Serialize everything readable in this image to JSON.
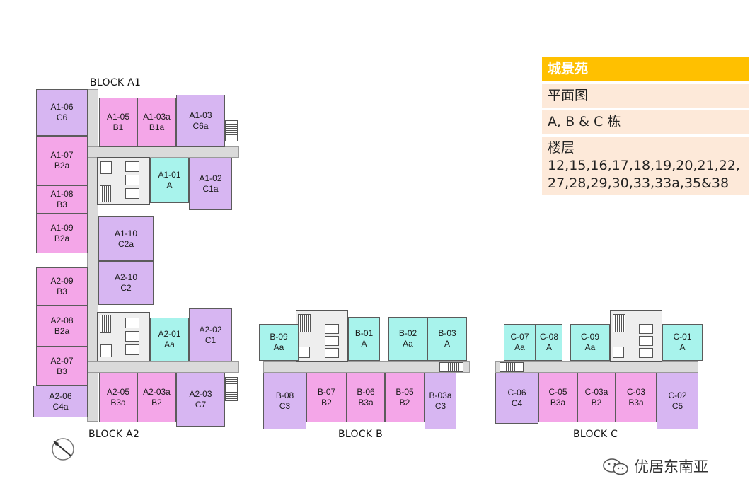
{
  "info_box": {
    "title": "城景苑",
    "plan_label": "平面图",
    "blocks_label": "A, B & C 栋",
    "floors_label": "楼层",
    "floors_line1": "12,15,16,17,18,19,20,21,22,",
    "floors_line2": "27,28,29,30,33,33a,35&38"
  },
  "block_labels": {
    "a1": "BLOCK A1",
    "a2": "BLOCK A2",
    "b": "BLOCK B",
    "c": "BLOCK C"
  },
  "colors": {
    "pink": "#f4a6e8",
    "lavender": "#d7b6f2",
    "cyan": "#a8f3ec",
    "info_header": "#ffc000",
    "info_body": "#fde9d9"
  },
  "watermark": "优居东南亚",
  "units": {
    "a1_06": {
      "id": "A1-06",
      "type": "C6"
    },
    "a1_07": {
      "id": "A1-07",
      "type": "B2a"
    },
    "a1_08": {
      "id": "A1-08",
      "type": "B3"
    },
    "a1_09": {
      "id": "A1-09",
      "type": "B2a"
    },
    "a1_05": {
      "id": "A1-05",
      "type": "B1"
    },
    "a1_03a": {
      "id": "A1-03a",
      "type": "B1a"
    },
    "a1_03": {
      "id": "A1-03",
      "type": "C6a"
    },
    "a1_01": {
      "id": "A1-01",
      "type": "A"
    },
    "a1_02": {
      "id": "A1-02",
      "type": "C1a"
    },
    "a1_10": {
      "id": "A1-10",
      "type": "C2a"
    },
    "a2_10": {
      "id": "A2-10",
      "type": "C2"
    },
    "a2_09": {
      "id": "A2-09",
      "type": "B3"
    },
    "a2_08": {
      "id": "A2-08",
      "type": "B2a"
    },
    "a2_07": {
      "id": "A2-07",
      "type": "B3"
    },
    "a2_06": {
      "id": "A2-06",
      "type": "C4a"
    },
    "a2_01": {
      "id": "A2-01",
      "type": "Aa"
    },
    "a2_02": {
      "id": "A2-02",
      "type": "C1"
    },
    "a2_05": {
      "id": "A2-05",
      "type": "B3a"
    },
    "a2_03a": {
      "id": "A2-03a",
      "type": "B2"
    },
    "a2_03": {
      "id": "A2-03",
      "type": "C7"
    },
    "b_09": {
      "id": "B-09",
      "type": "Aa"
    },
    "b_01": {
      "id": "B-01",
      "type": "A"
    },
    "b_02": {
      "id": "B-02",
      "type": "Aa"
    },
    "b_03": {
      "id": "B-03",
      "type": "A"
    },
    "b_08": {
      "id": "B-08",
      "type": "C3"
    },
    "b_07": {
      "id": "B-07",
      "type": "B2"
    },
    "b_06": {
      "id": "B-06",
      "type": "B3a"
    },
    "b_05": {
      "id": "B-05",
      "type": "B2"
    },
    "b_03a": {
      "id": "B-03a",
      "type": "C3"
    },
    "c_07": {
      "id": "C-07",
      "type": "Aa"
    },
    "c_08": {
      "id": "C-08",
      "type": "A"
    },
    "c_09": {
      "id": "C-09",
      "type": "Aa"
    },
    "c_01": {
      "id": "C-01",
      "type": "A"
    },
    "c_06": {
      "id": "C-06",
      "type": "C4"
    },
    "c_05": {
      "id": "C-05",
      "type": "B3a"
    },
    "c_03a": {
      "id": "C-03a",
      "type": "B2"
    },
    "c_03": {
      "id": "C-03",
      "type": "B3a"
    },
    "c_02": {
      "id": "C-02",
      "type": "C5"
    }
  }
}
